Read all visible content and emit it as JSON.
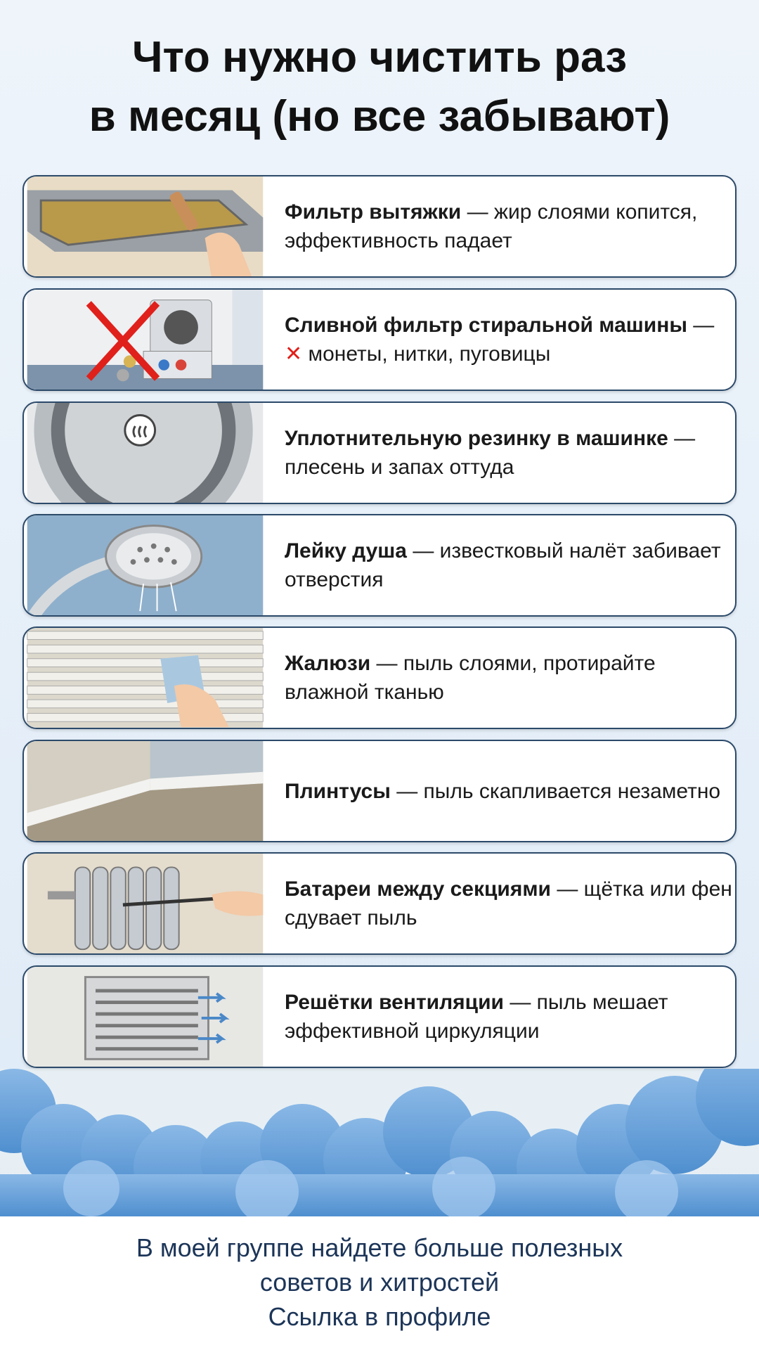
{
  "title": {
    "line1": "Что нужно чистить раз",
    "line2": "в месяц (но все забывают)"
  },
  "items": [
    {
      "bold": "Фильтр вытяжки",
      "rest": " — жир слоями копится, эффективность падает",
      "icon": "range-hood-filter"
    },
    {
      "bold": "Сливной фильтр стиральной машины",
      "sep": " — ",
      "mark": "✕",
      "rest": " монеты, нитки, пуговицы",
      "icon": "washer-drain-filter"
    },
    {
      "bold": "Уплотнительную резинку в машинке",
      "rest": " — плесень и запах оттуда",
      "icon": "washer-door-seal"
    },
    {
      "bold": "Лейку душа",
      "rest": " — известковый налёт забивает отверстия",
      "icon": "shower-head"
    },
    {
      "bold": "Жалюзи",
      "rest": " — пыль слоями, протирайте влажной тканью",
      "icon": "blinds"
    },
    {
      "bold": "Плинтусы",
      "rest": " — пыль скапливается незаметно",
      "icon": "baseboard"
    },
    {
      "bold": "Батареи между секциями",
      "rest": " — щётка или фен сдувает пыль",
      "icon": "radiator"
    },
    {
      "bold": "Решётки вентиляции",
      "rest": " — пыль мешает эффективной циркуляции",
      "icon": "vent-grille"
    }
  ],
  "footer": {
    "line1": "В моей группе найдете больше полезных",
    "line2": "советов и хитростей",
    "line3": "Ссылка в профиле"
  },
  "colors": {
    "border": "#2c4a6a",
    "footer_text": "#1c3558",
    "accent_red": "#e0201b",
    "cloud": "#6fa6dc"
  }
}
